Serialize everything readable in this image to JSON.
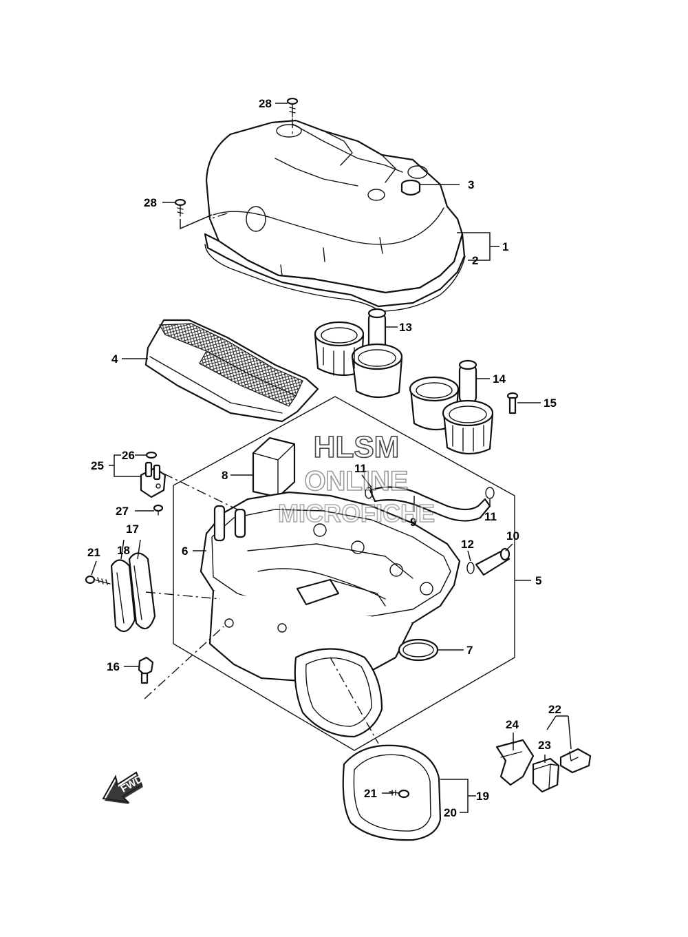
{
  "diagram": {
    "callouts": {
      "c1": "1",
      "c2": "2",
      "c3": "3",
      "c4": "4",
      "c5": "5",
      "c6": "6",
      "c7": "7",
      "c8": "8",
      "c9": "9",
      "c10": "10",
      "c11a": "11",
      "c11b": "11",
      "c12": "12",
      "c13": "13",
      "c14": "14",
      "c15": "15",
      "c16": "16",
      "c17": "17",
      "c18": "18",
      "c19": "19",
      "c20": "20",
      "c21a": "21",
      "c21b": "21",
      "c22": "22",
      "c23": "23",
      "c24": "24",
      "c25": "25",
      "c26": "26",
      "c27": "27",
      "c28a": "28",
      "c28b": "28"
    },
    "watermark": {
      "line1": "HLSM",
      "line2": "ONLINE",
      "line3": "MICROFICHE"
    },
    "direction_arrow": {
      "label": "FWD",
      "icon": "fwd-arrow-icon"
    }
  }
}
